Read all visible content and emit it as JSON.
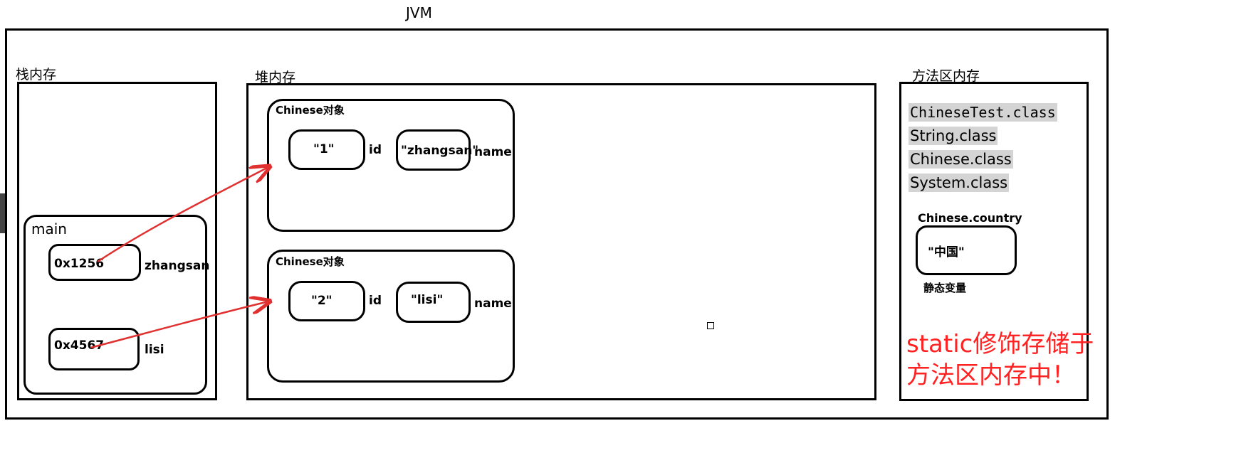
{
  "jvm": {
    "title": "JVM"
  },
  "stack": {
    "title": "栈内存",
    "frame": {
      "name": "main",
      "vars": [
        {
          "value": "0x1256",
          "name": "zhangsan"
        },
        {
          "value": "0x4567",
          "name": "lisi"
        }
      ]
    }
  },
  "heap": {
    "title": "堆内存",
    "objects": [
      {
        "title": "Chinese对象",
        "id_value": "\"1\"",
        "id_label": "id",
        "name_value": "\"zhangsan\"",
        "name_label": "name"
      },
      {
        "title": "Chinese对象",
        "id_value": "\"2\"",
        "id_label": "id",
        "name_value": "\"lisi\"",
        "name_label": "name"
      }
    ]
  },
  "method_area": {
    "title": "方法区内存",
    "classes": [
      "ChineseTest.class",
      "String.class",
      "Chinese.class",
      "System.class"
    ],
    "static_var": {
      "title": "Chinese.country",
      "value": "\"中国\"",
      "caption": "静态变量"
    },
    "note_line1": "static修饰存储于",
    "note_line2": "方法区内存中！"
  },
  "colors": {
    "arrow": "#e03030",
    "note": "#ff2222",
    "highlight": "#d4d4d4"
  }
}
